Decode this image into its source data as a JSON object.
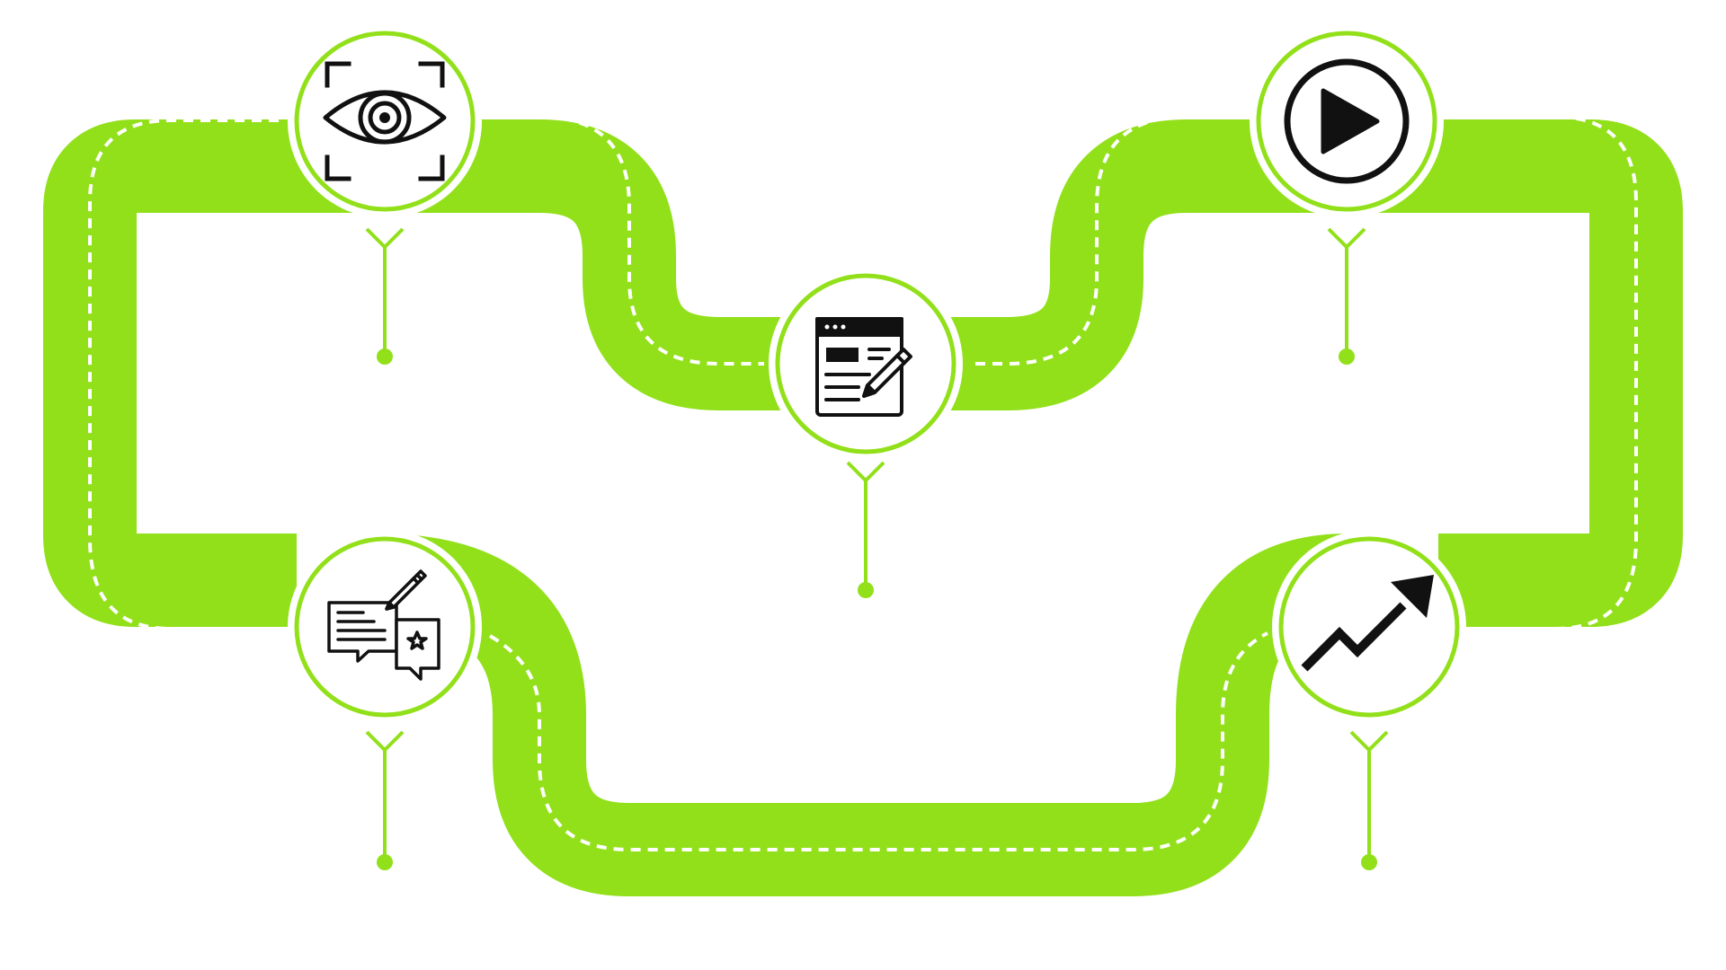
{
  "colors": {
    "road": "#92e01a",
    "road_center_dash": "#ffffff",
    "node_fill": "#ffffff",
    "node_ring": "#92e01a",
    "icon_stroke": "#111111",
    "background": "#ffffff"
  },
  "nodes": [
    {
      "id": "step-1",
      "icon": "eye-scan-icon"
    },
    {
      "id": "step-2",
      "icon": "web-document-edit-icon"
    },
    {
      "id": "step-3",
      "icon": "play-button-icon"
    },
    {
      "id": "step-4",
      "icon": "trend-up-arrow-icon"
    },
    {
      "id": "step-5",
      "icon": "review-feedback-icon"
    }
  ]
}
